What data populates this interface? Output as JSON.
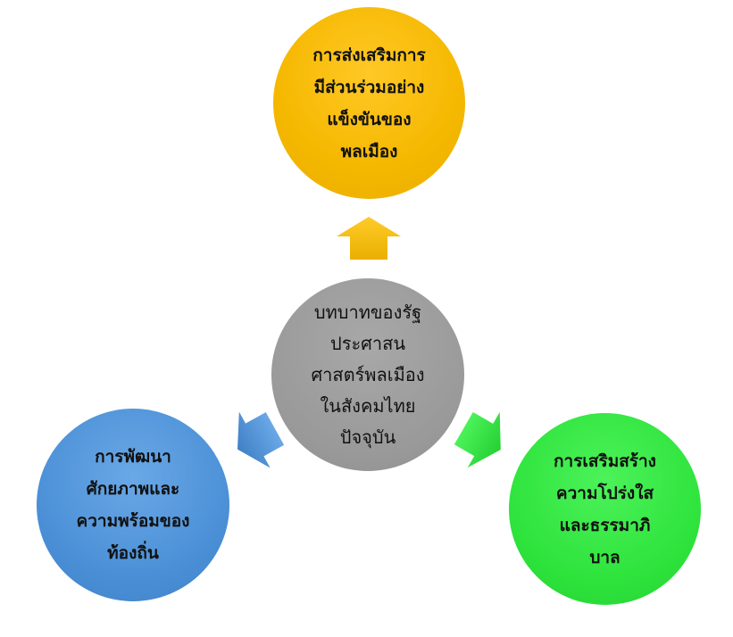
{
  "center": {
    "lines": [
      "บทบาทของรัฐ",
      "ประศาสน",
      "ศาสตร์พลเมือง",
      "ในสังคมไทย",
      "ปัจจุบัน"
    ]
  },
  "top": {
    "lines": [
      "การส่งเสริมการ",
      "มีส่วนร่วมอย่าง",
      "แข็งขันของ",
      "พลเมือง"
    ]
  },
  "left": {
    "lines": [
      "การพัฒนา",
      "ศักยภาพและ",
      "ความพร้อมของ",
      "ท้องถิ่น"
    ]
  },
  "right": {
    "lines": [
      "การเสริมสร้าง",
      "ความโปร่งใส",
      "และธรรมาภิ",
      "บาล"
    ]
  },
  "colors": {
    "top": "#f5b800",
    "center": "#999999",
    "left": "#4a8fd6",
    "right": "#2ee33c"
  }
}
